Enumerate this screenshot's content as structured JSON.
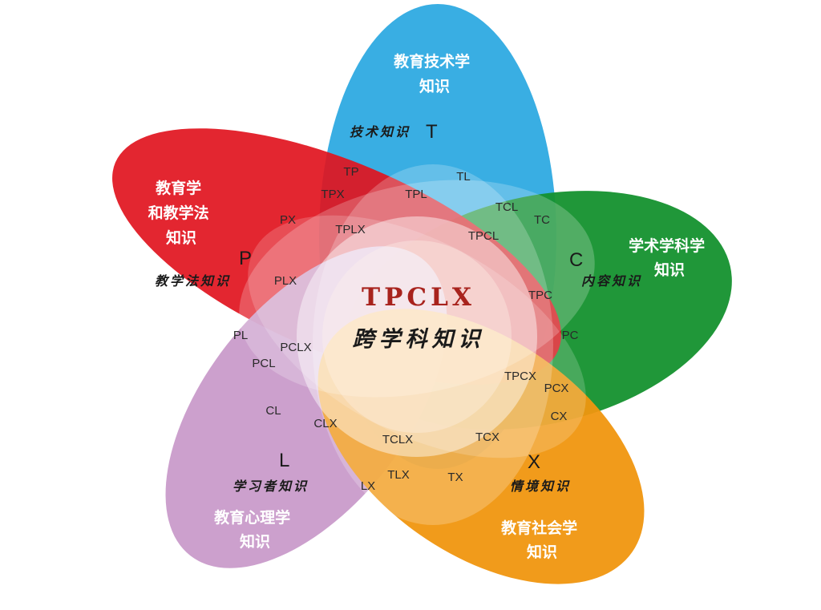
{
  "diagram": {
    "center": {
      "title": "TPCLX",
      "subtitle": "跨学科知识"
    },
    "petals": [
      {
        "key": "T",
        "domain_lines": [
          "教育技术学",
          "知识"
        ],
        "letter": "T",
        "knowledge": "技术知识",
        "color": "#2eaae1"
      },
      {
        "key": "C",
        "domain_lines": [
          "学术学科学",
          "知识"
        ],
        "letter": "C",
        "knowledge": "内容知识",
        "color": "#14912e"
      },
      {
        "key": "X",
        "domain_lines": [
          "教育社会学",
          "知识"
        ],
        "letter": "X",
        "knowledge": "情境知识",
        "color": "#f0960f"
      },
      {
        "key": "L",
        "domain_lines": [
          "教育心理学",
          "知识"
        ],
        "letter": "L",
        "knowledge": "学习者知识",
        "color": "#c99bca"
      },
      {
        "key": "P",
        "domain_lines": [
          "教育学",
          "和教学法",
          "知识"
        ],
        "letter": "P",
        "knowledge": "教学法知识",
        "color": "#e1141e"
      }
    ],
    "regions": [
      "TP",
      "TL",
      "TPX",
      "TPL",
      "TCL",
      "TC",
      "PX",
      "TPLX",
      "TPCL",
      "PLX",
      "TPC",
      "PL",
      "PCLX",
      "PC",
      "PCL",
      "TPCX",
      "PCX",
      "CL",
      "CX",
      "CLX",
      "TCLX",
      "TCX",
      "LX",
      "TLX",
      "TX"
    ]
  }
}
